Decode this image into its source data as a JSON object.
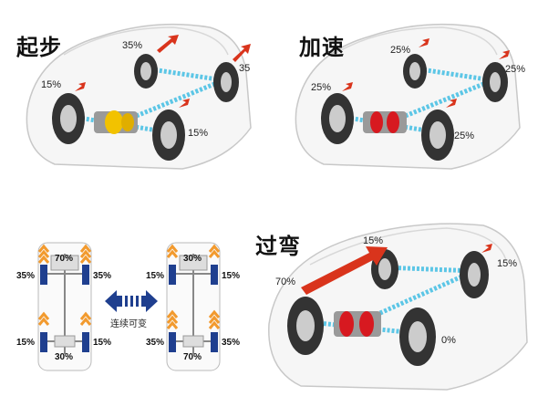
{
  "panels": {
    "start": {
      "title": "起步",
      "front_left": "15%",
      "rear_left": "35%",
      "rear_right": "35",
      "front_right": "15%"
    },
    "accelerate": {
      "title": "加速",
      "front_left": "25%",
      "rear_left": "25%",
      "rear_right": "25%",
      "front_right": "25%"
    },
    "corner": {
      "title": "过弯",
      "front_left": "70%",
      "rear_left": "15%",
      "rear_right": "15%",
      "front_right": "0%"
    }
  },
  "diagram_left": {
    "top": "70%",
    "mid_left": "35%",
    "mid_right": "35%",
    "low_left": "15%",
    "low_right": "15%",
    "bottom": "30%"
  },
  "diagram_right": {
    "top": "30%",
    "mid_left": "15%",
    "mid_right": "15%",
    "low_left": "35%",
    "low_right": "35%",
    "bottom": "70%"
  },
  "center_label": "连续可变",
  "colors": {
    "cyan": "#5cc6e6",
    "arrow_red": "#d9341c",
    "yellow": "#f2c200",
    "red": "#d71920",
    "blue": "#1f3f8f",
    "orange": "#f29a2e"
  }
}
